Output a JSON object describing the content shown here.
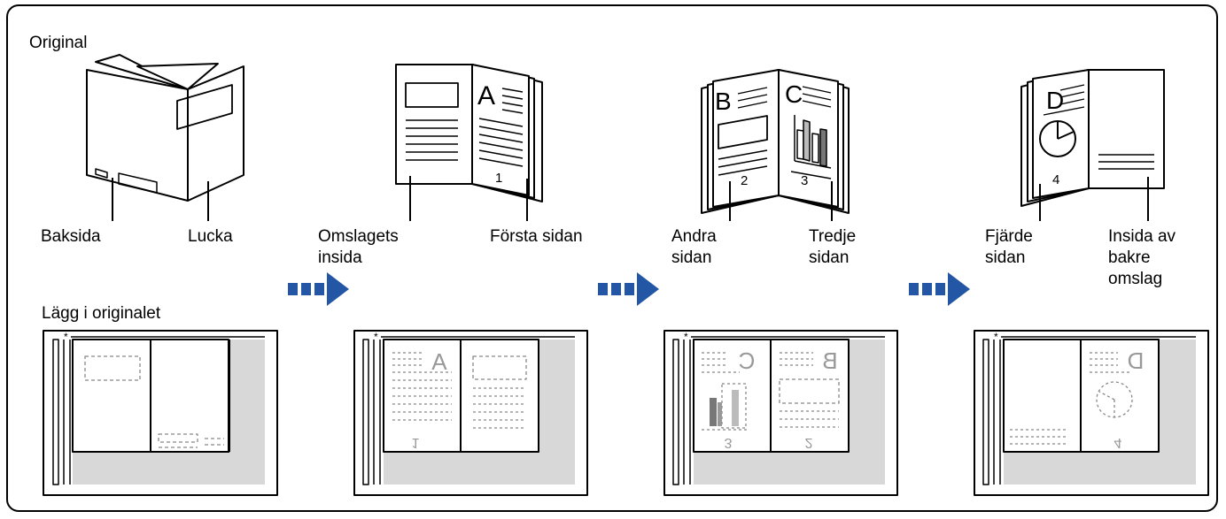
{
  "heading": "Original",
  "step1": {
    "back_label": "Baksida",
    "front_label": "Lucka"
  },
  "step2": {
    "left_label": "Omslagets\ninsida",
    "right_label": "Första sidan",
    "page_letter": "A",
    "page_number": "1"
  },
  "step3": {
    "left_label": "Andra\nsidan",
    "right_label": "Tredje\nsidan",
    "left_letter": "B",
    "right_letter": "C",
    "left_number": "2",
    "right_number": "3"
  },
  "step4": {
    "left_label": "Fjärde\nsidan",
    "right_label": "Insida av\nbakre\nomslag",
    "page_letter": "D",
    "page_number": "4"
  },
  "place_label": "Lägg i originalet",
  "scan": {
    "s2": {
      "left_letter": "A",
      "left_number": "1"
    },
    "s3": {
      "left_letter": "C",
      "right_letter": "B",
      "left_number": "3",
      "right_number": "2"
    },
    "s4": {
      "right_letter": "D",
      "right_number": "4"
    }
  },
  "colors": {
    "arrow": "#2456a6",
    "glass": "#d8d8d8",
    "bar_dark": "#777777",
    "bar_light": "#bbbbbb",
    "dash": "#888888"
  }
}
